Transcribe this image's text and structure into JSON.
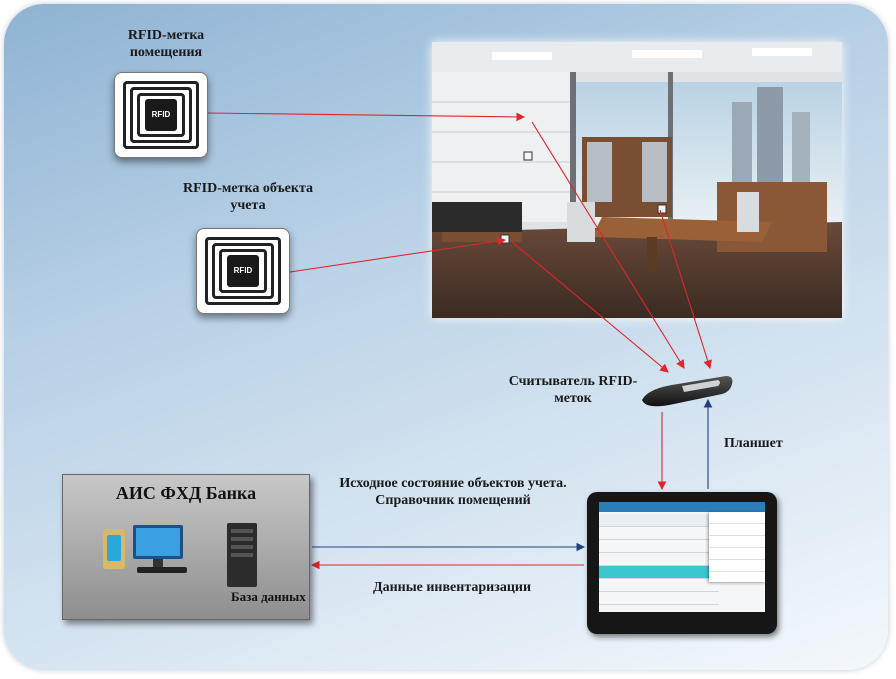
{
  "labels": {
    "room_tag": "RFID-метка помещения",
    "object_tag": "RFID-метка объекта учета",
    "reader": "Считыватель RFID-меток",
    "tablet": "Планшет",
    "initial_state": "Исходное состояние объектов учета. Справочник помещений",
    "inventory_data": "Данные инвентаризации",
    "ais_title": "АИС ФХД Банка",
    "database": "База данных",
    "chip_text": "RFID"
  },
  "colors": {
    "arrow_red": "#e0252b",
    "arrow_blue": "#1f3f86"
  },
  "icons": [
    "rfid-tag-icon",
    "rfid-reader-icon",
    "computer-icon",
    "server-icon",
    "tablet-icon"
  ]
}
